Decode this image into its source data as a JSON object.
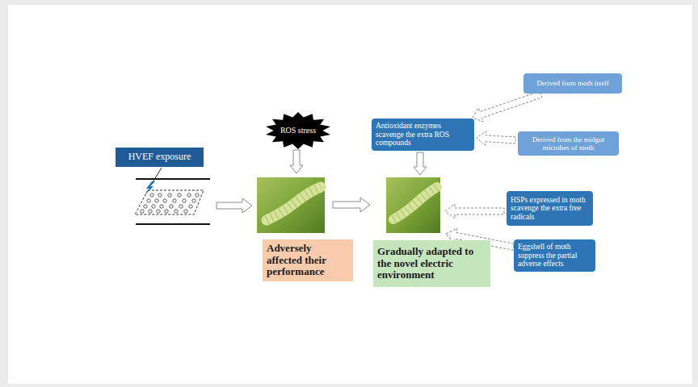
{
  "diagram": {
    "nodes": [
      {
        "text": [
          "HVEF exposure"
        ]
      },
      {
        "text": [
          "ROS stress"
        ]
      },
      {
        "text": [
          "Adversely affected their performance"
        ]
      },
      {
        "text": [
          "Antioxidant enzymes scavenge the extra ROS compounds"
        ]
      },
      {
        "text": [
          "Gradually adapted to the novel electric environment"
        ]
      },
      {
        "text": [
          "Derived from moth itself"
        ]
      },
      {
        "text": [
          "Derived from the midgut microbes of moth"
        ]
      },
      {
        "text": [
          "HSPs expressed in moth scavenge the extra free radicals"
        ]
      },
      {
        "text": [
          "Eggshell of moth suppress the partial adverse effects"
        ]
      }
    ],
    "edges": [
      {
        "from": 5,
        "to": 3,
        "arrow": "to"
      },
      {
        "from": 6,
        "to": 3,
        "arrow": "to"
      }
    ]
  }
}
